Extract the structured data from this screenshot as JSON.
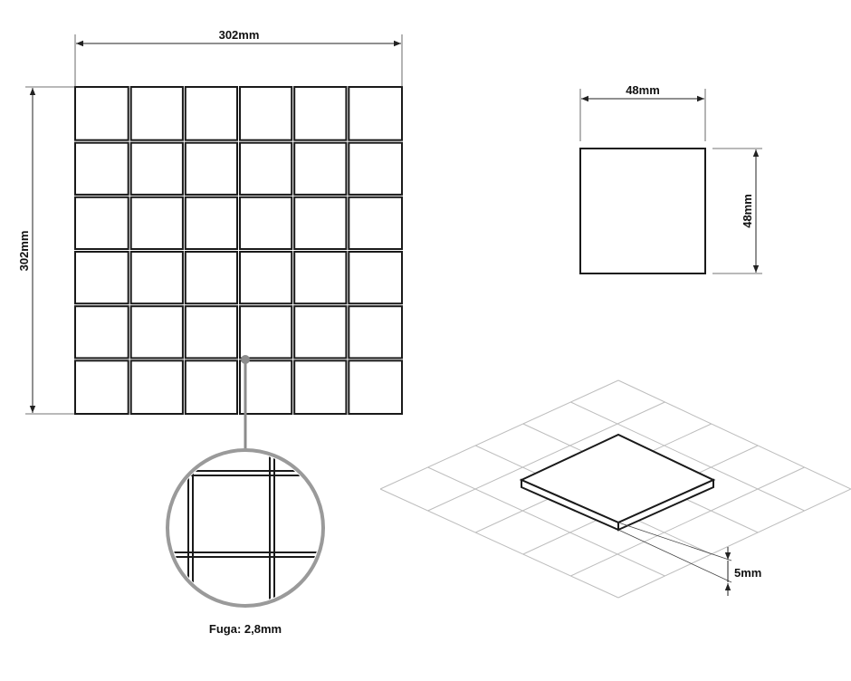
{
  "labels": {
    "sheet_width": "302mm",
    "sheet_height": "302mm",
    "tile_width": "48mm",
    "tile_height": "48mm",
    "thickness": "5mm",
    "grout": "Fuga: 2,8mm"
  },
  "sheet": {
    "columns": 6,
    "rows": 6
  },
  "colors": {
    "line": "#1a1a1a",
    "floor_grid": "#bdbdbd",
    "callout": "#8c8c8c"
  }
}
